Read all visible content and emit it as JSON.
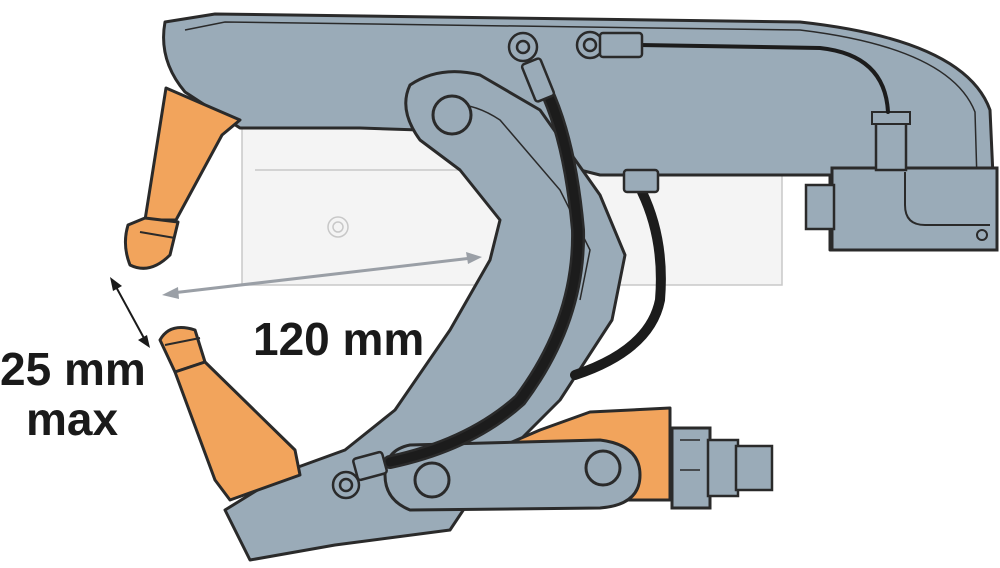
{
  "labels": {
    "gap_line1": "25 mm",
    "gap_line2": "max",
    "reach": "120 mm"
  },
  "colors": {
    "body": "#9aabb8",
    "outline": "#2a2a2a",
    "electrode": "#f2a45c",
    "hose": "#1c1c1c",
    "background_plate": "#f3f3f3",
    "arrow_reach": "#9a9fa6"
  }
}
